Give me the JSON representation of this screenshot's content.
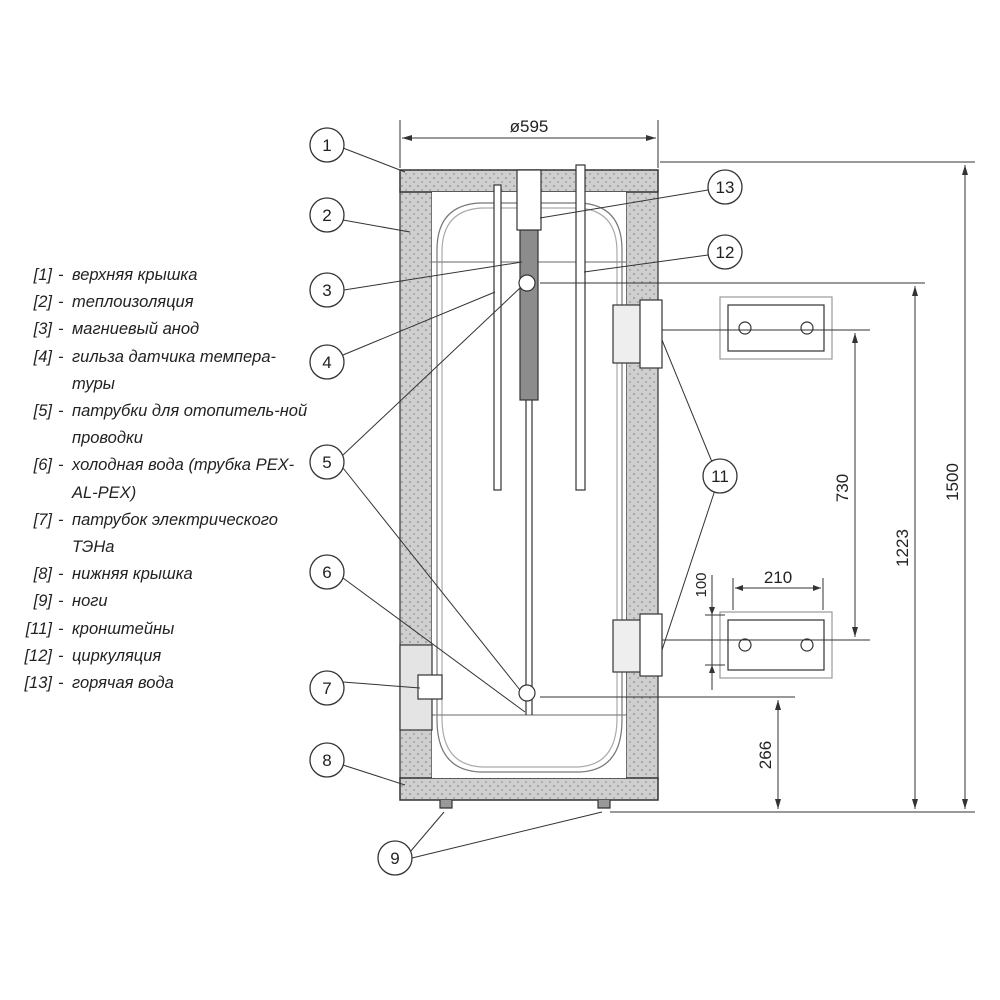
{
  "legend": [
    {
      "num": "[1]",
      "dash": "-",
      "text": "верхняя крышка"
    },
    {
      "num": "[2]",
      "dash": "-",
      "text": "теплоизоляция"
    },
    {
      "num": "[3]",
      "dash": "-",
      "text": "магниевый анод"
    },
    {
      "num": "[4]",
      "dash": "-",
      "text": "гильза датчика темпера-туры"
    },
    {
      "num": "[5]",
      "dash": "-",
      "text": "патрубки для отопитель-ной проводки"
    },
    {
      "num": "[6]",
      "dash": "-",
      "text": "холодная вода (трубка PEX-AL-PEX)"
    },
    {
      "num": "[7]",
      "dash": "-",
      "text": "патрубок электрического ТЭНа"
    },
    {
      "num": "[8]",
      "dash": "-",
      "text": "нижняя крышка"
    },
    {
      "num": "[9]",
      "dash": "-",
      "text": "ноги"
    },
    {
      "num": "[11]",
      "dash": "-",
      "text": "кронштейны"
    },
    {
      "num": "[12]",
      "dash": "-",
      "text": "циркуляция"
    },
    {
      "num": "[13]",
      "dash": "-",
      "text": "горячая вода"
    }
  ],
  "callouts": {
    "c1": "1",
    "c2": "2",
    "c3": "3",
    "c4": "4",
    "c5": "5",
    "c6": "6",
    "c7": "7",
    "c8": "8",
    "c9": "9",
    "c11": "11",
    "c12": "12",
    "c13": "13"
  },
  "dimensions": {
    "diameter": "ø595",
    "height_total": "1500",
    "height_circ": "1223",
    "bracket_spacing": "730",
    "bottom_pipe": "266",
    "bracket_width": "210",
    "bracket_height": "100"
  },
  "colors": {
    "line": "#333333",
    "insulation": "#c8c8c8",
    "cap": "#8a8a8a",
    "anode": "#8c8c8c"
  }
}
